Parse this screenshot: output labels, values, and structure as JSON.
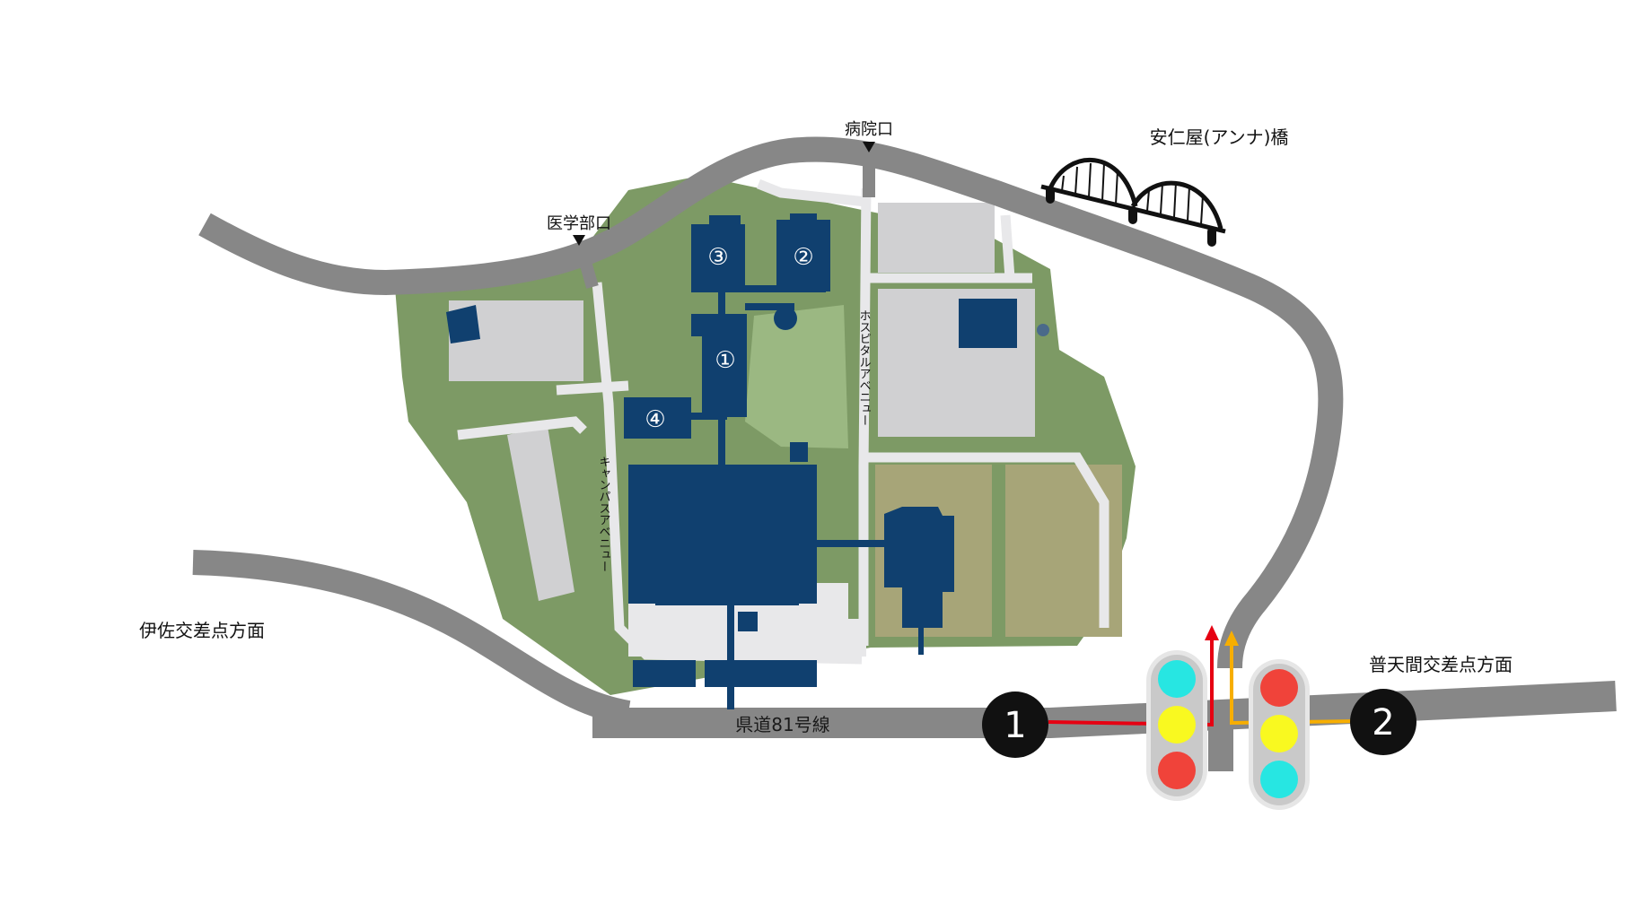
{
  "colors": {
    "road": "#878787",
    "campus_green": "#7d9a65",
    "light_green": "#9bb882",
    "field_olive": "#a7a578",
    "lot_gray": "#d0d0d2",
    "building_navy": "#10406f",
    "path_white": "#e8e8ea",
    "signal_red": "#f0433a",
    "signal_yellow": "#f9f920",
    "signal_cyan": "#27e6e2",
    "route_red": "#e60012",
    "route_orange": "#f7ae00"
  },
  "labels": {
    "hospital_entrance": "病院口",
    "medical_school_entrance": "医学部口",
    "bridge": "安仁屋(アンナ)橋",
    "isa_direction": "伊佐交差点方面",
    "futenma_direction": "普天間交差点方面",
    "prefectural_road": "県道81号線",
    "hospital_avenue": "ホスピタルアベニュー",
    "campus_avenue": "キャンパスアベニュー"
  },
  "buildings": {
    "b1": "①",
    "b2": "②",
    "b3": "③",
    "b4": "④"
  },
  "markers": {
    "m1": "1",
    "m2": "2"
  },
  "icons": {
    "down_arrow": "down-triangle-icon",
    "bridge": "arch-bridge-icon",
    "traffic_light": "traffic-light-icon"
  }
}
